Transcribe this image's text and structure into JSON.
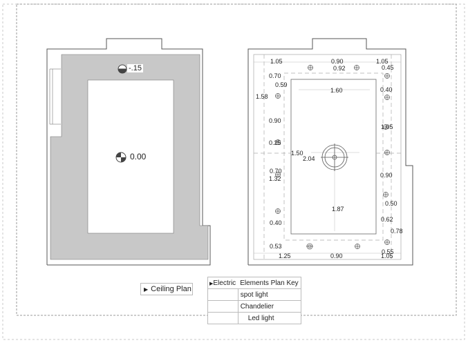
{
  "left_plan": {
    "level_top": "-.15",
    "level_center": "0.00"
  },
  "right_plan": {
    "dimensions": {
      "top_1": "1.05",
      "top_2": "0.90",
      "top_3": "1.05",
      "inner_top": "0.92",
      "left_a": "0.70",
      "left_b": "0.59",
      "left_c": "1.58",
      "left_d": "0.90",
      "left_e": "0.25",
      "left_f": "0.70",
      "left_g": "1.32",
      "left_h": "0.40",
      "left_i": "0.53",
      "span_top": "1.60",
      "center_w": "1.50",
      "center_h": "2.04",
      "lower_h": "1.87",
      "right_a": "0.45",
      "right_b": "0.40",
      "right_c": "1.05",
      "right_d": "0.90",
      "right_e": "0.50",
      "right_f": "0.62",
      "right_g": "0.78",
      "right_h": "0.55",
      "bottom_1": "1.25",
      "bottom_2": "0.90",
      "bottom_3": "1.05"
    }
  },
  "caption": {
    "title": "Ceiling Plan"
  },
  "legend": {
    "header_left": "Electric",
    "header_right": "Elements Plan Key",
    "items": [
      {
        "icon": "spot-light-icon",
        "label": "spot light"
      },
      {
        "icon": "chandelier-icon",
        "label": "Chandelier"
      },
      {
        "icon": "led-light-icon",
        "label": "Led light"
      }
    ]
  },
  "colors": {
    "floor_fill": "#c8c8c8",
    "line": "#555555"
  }
}
